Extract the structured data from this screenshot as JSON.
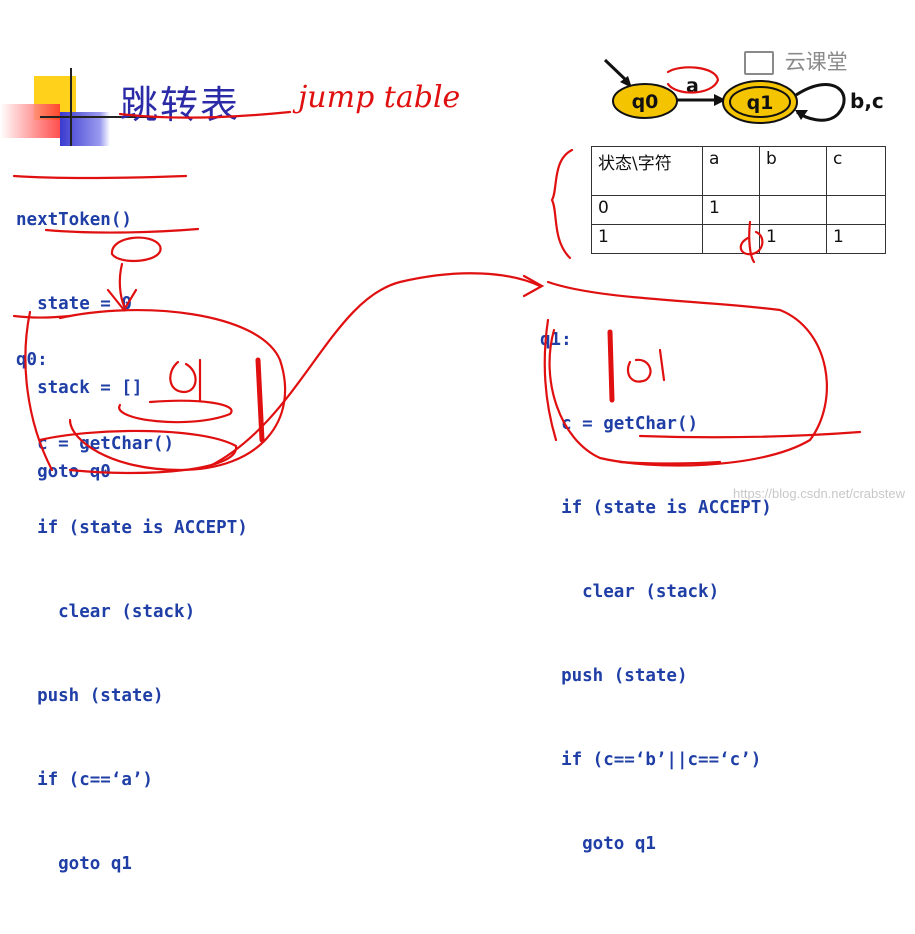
{
  "title": "跳转表",
  "handwritten_title": "jump table",
  "watermark": "云课堂",
  "url": "https://blog.csdn.net/crabstew",
  "left_code": [
    "nextToken()",
    "  state = 0",
    "  stack = []",
    "  goto q0"
  ],
  "q0_code": [
    "q0:",
    "  c = getChar()",
    "  if (state is ACCEPT)",
    "    clear (stack)",
    "  push (state)",
    "  if (c==‘a’)",
    "    goto q1"
  ],
  "q1_code": [
    "q1:",
    "  c = getChar()",
    "  if (state is ACCEPT)",
    "    clear (stack)",
    "  push (state)",
    "  if (c==‘b’||c==‘c’)",
    "    goto q1"
  ],
  "automaton": {
    "state_q0": "q0",
    "state_q1": "q1",
    "edge_a": "a",
    "edge_bc": "b,c"
  },
  "table": {
    "header": [
      "状态\\字符",
      "a",
      "b",
      "c"
    ],
    "rows": [
      [
        "0",
        "1",
        "",
        ""
      ],
      [
        "1",
        "",
        "1",
        "1"
      ]
    ]
  },
  "annotations": {
    "q0_note": "q0",
    "q1_note": "q1",
    "circle_zero": "0"
  },
  "colors": {
    "code": "#1f3fa6",
    "title": "#2b2ba8",
    "ink": "#e01010",
    "state_fill": "#f5c400"
  }
}
